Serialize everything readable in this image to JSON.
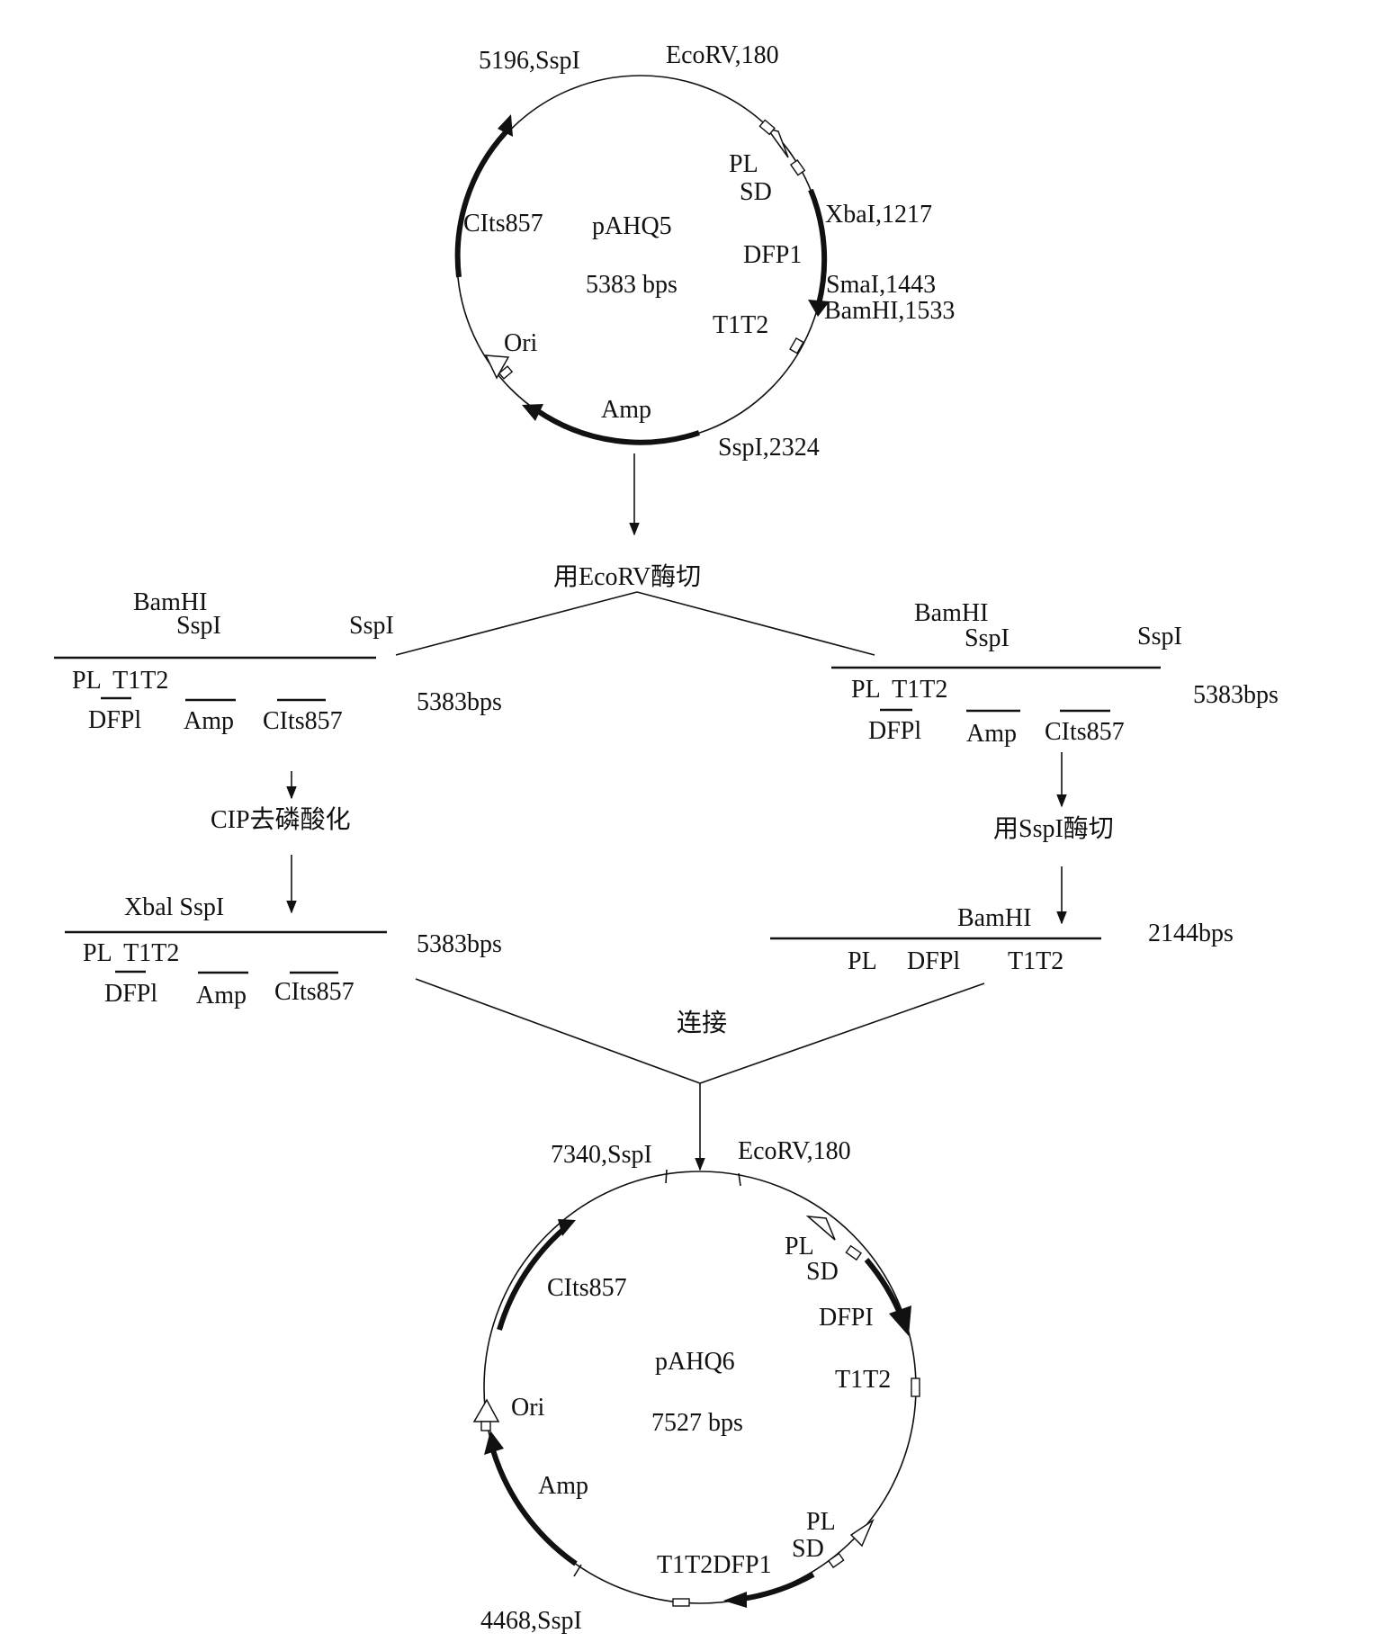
{
  "plasmid_top": {
    "name": "pAHQ5",
    "size": "5383 bps",
    "labels": {
      "ssp_top": "5196,SspI",
      "ecorv": "EcoRV,180",
      "pl": "PL",
      "sd": "SD",
      "xba": "XbaI,1217",
      "dfp": "DFP1",
      "sma": "SmaI,1443",
      "bam": "BamHI,1533",
      "t1t2": "T1T2",
      "ssp_bottom": "SspI,2324",
      "amp": "Amp",
      "ori": "Ori",
      "cits": "CIts857"
    }
  },
  "step_ecorv": "用EcoRV酶切",
  "left_fragment": {
    "top1": "BamHI",
    "top2": "SspI",
    "top3": "SspI",
    "row1": "PL  T1T2",
    "row2_a": "DFPl",
    "row2_b": "Amp",
    "row2_c": "CIts857",
    "size": "5383bps"
  },
  "right_fragment": {
    "top1": "BamHI",
    "top2": "SspI",
    "top3": "SspI",
    "row1": "PL  T1T2",
    "row2_a": "DFPl",
    "row2_b": "Amp",
    "row2_c": "CIts857",
    "size": "5383bps"
  },
  "step_cip": "CIP去磷酸化",
  "step_sspi": "用SspI酶切",
  "left_fragment2": {
    "top": "Xbal SspI",
    "row1": "PL  T1T2",
    "row2_a": "DFPl",
    "row2_b": "Amp",
    "row2_c": "CIts857",
    "size": "5383bps"
  },
  "right_fragment2": {
    "top": "BamHI",
    "row_a": "PL",
    "row_b": "DFPl",
    "row_c": "T1T2",
    "size": "2144bps"
  },
  "step_ligate": "连接",
  "plasmid_bottom": {
    "name": "pAHQ6",
    "size": "7527 bps",
    "labels": {
      "ssp_top": "7340,SspI",
      "ecorv": "EcoRV,180",
      "pl": "PL",
      "sd": "SD",
      "dfp": "DFPI",
      "t1t2": "T1T2",
      "cits": "CIts857",
      "ori": "Ori",
      "amp": "Amp",
      "pl2": "PL",
      "sd2": "SD",
      "t1t2dfp": "T1T2DFP1",
      "ssp_bottom": "4468,SspI"
    }
  }
}
